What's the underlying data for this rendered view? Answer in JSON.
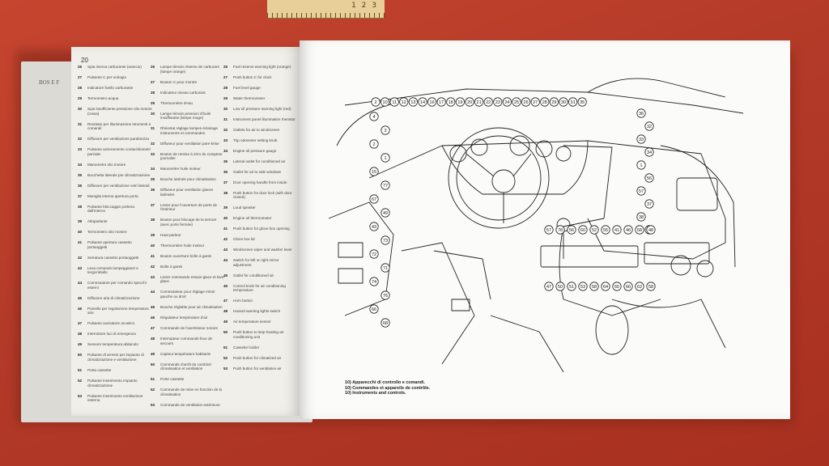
{
  "ruler": {
    "numbers": "1 2 3"
  },
  "page": {
    "number": "20"
  },
  "back_page": {
    "fragment": "BOS E F"
  },
  "columns": [
    [
      {
        "n": "26",
        "t": "Spia riserva carburante (arancio)"
      },
      {
        "n": "27",
        "t": "Pulsante C per orologio"
      },
      {
        "n": "28",
        "t": "Indicatore livello carburante"
      },
      {
        "n": "29",
        "t": "Termometro acqua"
      },
      {
        "n": "30",
        "t": "Spia insufficiente pressione olio motore (rossa)"
      },
      {
        "n": "31",
        "t": "Reostato per illuminazione strumenti e comandi"
      },
      {
        "n": "32",
        "t": "Diffusore per ventilazione parabrezza"
      },
      {
        "n": "33",
        "t": "Pulsante azzeramento contachilometri parziale"
      },
      {
        "n": "34",
        "t": "Manometro olio motore"
      },
      {
        "n": "35",
        "t": "Bocchetta laterale per climatizzazione"
      },
      {
        "n": "36",
        "t": "Diffusore per ventilazione vetri laterali"
      },
      {
        "n": "37",
        "t": "Maniglia interna apertura porta"
      },
      {
        "n": "38",
        "t": "Pulsante bloccaggio portiera dall'interno"
      },
      {
        "n": "39",
        "t": "Altoparlante"
      },
      {
        "n": "40",
        "t": "Termometro olio motore"
      },
      {
        "n": "41",
        "t": "Pulsante apertura cassetto portaoggetti"
      },
      {
        "n": "42",
        "t": "Serratura cassetto portaoggetti"
      },
      {
        "n": "43",
        "t": "Leva comando lampeggiatori e tergicristallo"
      },
      {
        "n": "44",
        "t": "Commutatore per comando specchi esterni"
      },
      {
        "n": "45",
        "t": "Diffusore aria di climatizzazione"
      },
      {
        "n": "46",
        "t": "Pomello per regolazione temperatura aria"
      },
      {
        "n": "47",
        "t": "Pulsante avvisatore acustico"
      },
      {
        "n": "48",
        "t": "Interruttore luci di emergenza"
      },
      {
        "n": "49",
        "t": "Sensore temperatura abitacolo"
      },
      {
        "n": "50",
        "t": "Pulsante di arresto per impianto di climatizzazione e ventilazione"
      },
      {
        "n": "51",
        "t": "Porta cassette"
      },
      {
        "n": "52",
        "t": "Pulsante inserimento impianto climatizzazione"
      },
      {
        "n": "53",
        "t": "Pulsante inserimento ventilazione esterna"
      }
    ],
    [
      {
        "n": "26",
        "t": "Lampe témoin réserve de carburant (lampe orange)"
      },
      {
        "n": "27",
        "t": "Bouton C pour montre"
      },
      {
        "n": "28",
        "t": "Indicateur niveau carburant"
      },
      {
        "n": "29",
        "t": "Thermomètre d'eau"
      },
      {
        "n": "30",
        "t": "Lampe témoin pression d'huile insuffisante (lampe rouge)"
      },
      {
        "n": "31",
        "t": "Rhéostat réglage lampes éclairage instruments et commandes"
      },
      {
        "n": "32",
        "t": "Diffuseur pour ventilation pare-brise"
      },
      {
        "n": "33",
        "t": "Bouton de remise à zéro du compteur journalier"
      },
      {
        "n": "34",
        "t": "Manomètre huile moteur"
      },
      {
        "n": "35",
        "t": "Bouche latérale pour climatisation"
      },
      {
        "n": "36",
        "t": "Diffuseur pour ventilation glaces latérales"
      },
      {
        "n": "37",
        "t": "Levier pour l'ouverture de porte de l'intérieur"
      },
      {
        "n": "38",
        "t": "Bouton pour blocage de la serrure (avec porte fermée)"
      },
      {
        "n": "39",
        "t": "Haut-parleur"
      },
      {
        "n": "40",
        "t": "Thermomètre huile moteur"
      },
      {
        "n": "41",
        "t": "Bouton ouverture boîte à gants"
      },
      {
        "n": "42",
        "t": "Boîte à gants"
      },
      {
        "n": "43",
        "t": "Levier commande essuie-glace et lave-glace"
      },
      {
        "n": "44",
        "t": "Commutateur pour réglage miroir gauche ou droit"
      },
      {
        "n": "45",
        "t": "Bouche réglable pour air climatisation"
      },
      {
        "n": "46",
        "t": "Régulateur température d'air"
      },
      {
        "n": "47",
        "t": "Commande de l'avertisseur sonore"
      },
      {
        "n": "48",
        "t": "Interrupteur commande feux de secours"
      },
      {
        "n": "49",
        "t": "Capteur température habitacle"
      },
      {
        "n": "50",
        "t": "Commande d'arrêt du combiné climatisation et ventilation"
      },
      {
        "n": "51",
        "t": "Porte cassette"
      },
      {
        "n": "52",
        "t": "Commande de mise en fonction de la climatisation"
      },
      {
        "n": "53",
        "t": "Commande de ventilation extérieure"
      }
    ],
    [
      {
        "n": "26",
        "t": "Fuel reserve warning light (orange)"
      },
      {
        "n": "27",
        "t": "Push button C for clock"
      },
      {
        "n": "28",
        "t": "Fuel level gauge"
      },
      {
        "n": "29",
        "t": "Water thermometer"
      },
      {
        "n": "30",
        "t": "Low oil pressure warning light (red)"
      },
      {
        "n": "31",
        "t": "Instrument panel illumination rheostat"
      },
      {
        "n": "32",
        "t": "Outlets for air to windscreen"
      },
      {
        "n": "33",
        "t": "Trip odometer setting knob"
      },
      {
        "n": "34",
        "t": "Engine oil pressure gauge"
      },
      {
        "n": "35",
        "t": "Lateral outlet for conditioned air"
      },
      {
        "n": "36",
        "t": "Outlet for air to side windows"
      },
      {
        "n": "37",
        "t": "Door opening handle from inside"
      },
      {
        "n": "38",
        "t": "Push button for door lock (with door closed)"
      },
      {
        "n": "39",
        "t": "Loud speaker"
      },
      {
        "n": "40",
        "t": "Engine oil thermometer"
      },
      {
        "n": "41",
        "t": "Push button for glove box opening"
      },
      {
        "n": "42",
        "t": "Glove box lid"
      },
      {
        "n": "43",
        "t": "Windscreen wiper and washer lever"
      },
      {
        "n": "44",
        "t": "Switch for left or right mirror adjustment"
      },
      {
        "n": "45",
        "t": "Outlet for conditioned air"
      },
      {
        "n": "46",
        "t": "Control knob for air conditioning temperature"
      },
      {
        "n": "47",
        "t": "Horn button"
      },
      {
        "n": "48",
        "t": "Hazard warning lights switch"
      },
      {
        "n": "49",
        "t": "Air temperature sensor"
      },
      {
        "n": "50",
        "t": "Push button to stop heating air conditioning unit"
      },
      {
        "n": "51",
        "t": "Cassette holder"
      },
      {
        "n": "52",
        "t": "Push button for climatized air"
      },
      {
        "n": "53",
        "t": "Push button for ventilation air"
      }
    ]
  ],
  "caption": [
    "10) Apparecchi di controllo e comandi.",
    "10) Commandes et appareils de contrôle.",
    "10) Instruments and controls."
  ],
  "callouts": {
    "top": [
      "2",
      "10",
      "11",
      "12",
      "13",
      "14",
      "16",
      "17",
      "18",
      "19",
      "20",
      "21",
      "22",
      "23",
      "24",
      "25",
      "26",
      "27",
      "28",
      "29",
      "30",
      "31",
      "35"
    ],
    "left": [
      "4",
      "3",
      "2",
      "1",
      "15",
      "77",
      "67",
      "49",
      "43",
      "73",
      "72",
      "71",
      "74",
      "76",
      "66",
      "68"
    ],
    "right": [
      "36",
      "32",
      "33",
      "34",
      "1",
      "56",
      "57",
      "37",
      "38",
      "39"
    ],
    "bottom": [
      "57",
      "78",
      "56",
      "60",
      "52",
      "55",
      "41",
      "46",
      "58",
      "48",
      "47",
      "50",
      "51",
      "53",
      "58",
      "64",
      "65",
      "66",
      "62",
      "58"
    ]
  }
}
